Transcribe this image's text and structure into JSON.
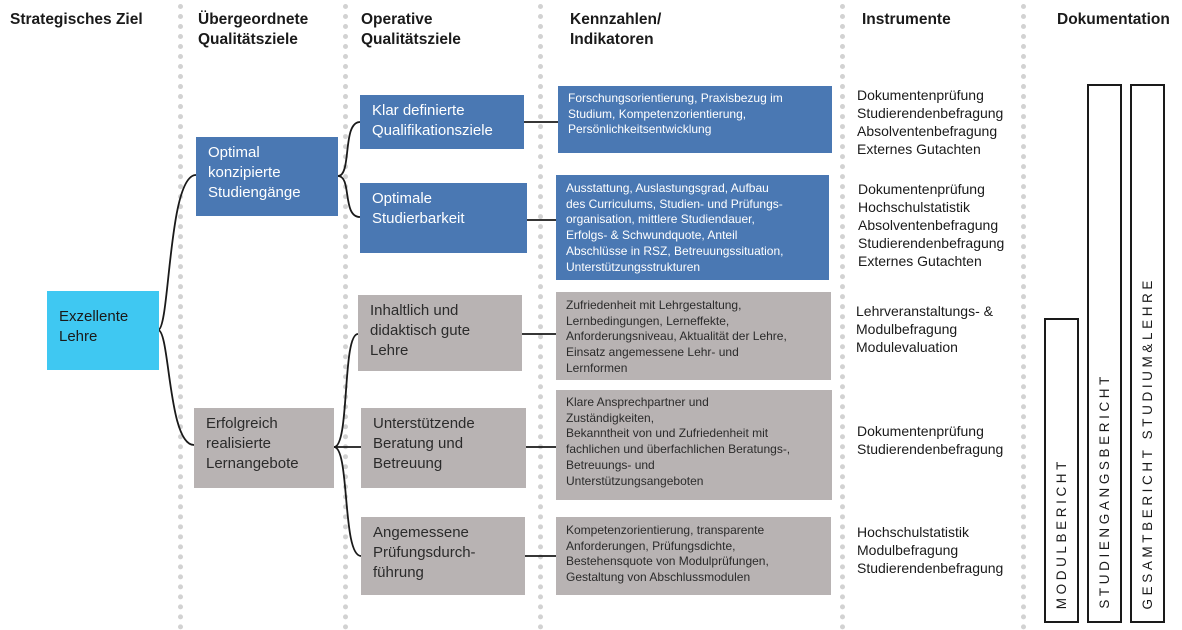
{
  "headers": {
    "strategic_goal": "Strategisches Ziel",
    "overarching_goals": "Übergeordnete\nQualitätsziele",
    "operative_goals": "Operative\nQualitätsziele",
    "indicators": "Kennzahlen/\nIndikatoren",
    "instruments": "Instrumente",
    "documentation": "Dokumentation"
  },
  "strategic_goal": "Exzellente\nLehre",
  "overarching_goals": [
    "Optimal\nkonzipierte\nStudiengänge",
    "Erfolgreich\nrealisierte\nLernangebote"
  ],
  "operative_goals": [
    "Klar definierte\nQualifikationsziele",
    "Optimale\nStudierbarkeit",
    "Inhaltlich und\ndidaktisch gute\nLehre",
    "Unterstützende\nBeratung und\nBetreuung",
    "Angemessene\nPrüfungsdurch-\nführung"
  ],
  "indicators": [
    "Forschungsorientierung,  Praxisbezug im\nStudium, Kompetenzorientierung,\nPersönlichkeitsentwicklung",
    "Ausstattung, Auslastungsgrad, Aufbau\ndes Curriculums, Studien- und Prüfungs-\norganisation, mittlere Studiendauer,\nErfolgs- & Schwundquote,  Anteil\nAbschlüsse in RSZ, Betreuungssituation,\nUnterstützungsstrukturen",
    "Zufriedenheit  mit Lehrgestaltung,\nLernbedingungen,  Lerneffekte,\nAnforderungsniveau,  Aktualität der Lehre,\nEinsatz angemessene  Lehr- und\nLernformen",
    "Klare Ansprechpartner  und\nZuständigkeiten,\nBekanntheit von und Zufriedenheit  mit\nfachlichen und überfachlichen Beratungs-,\nBetreuungs- und\nUnterstützungsangeboten",
    "Kompetenzorientierung,  transparente\nAnforderungen,  Prüfungsdichte,\nBestehensquote von Modulprüfungen,\nGestaltung von Abschlussmodulen"
  ],
  "instruments": [
    "Dokumentenprüfung\nStudierendenbefragung\nAbsolventenbefragung\nExternes Gutachten",
    "Dokumentenprüfung\nHochschulstatistik\nAbsolventenbefragung\nStudierendenbefragung\nExternes Gutachten",
    "Lehrveranstaltungs-  &\nModulbefragung\nModulevaluation",
    "Dokumentenprüfung\nStudierendenbefragung",
    "Hochschulstatistik\nModulbefragung\nStudierendenbefragung"
  ],
  "documentation": [
    "MODULBERICHT",
    "STUDIENGANGSBERICHT",
    "GESAMTBERICHT STUDIUM&LEHRE"
  ],
  "colors": {
    "blue": "#4a78b3",
    "gray": "#b8b3b3",
    "cyan": "#3fc8f2",
    "divider": "#d2d2d2"
  }
}
